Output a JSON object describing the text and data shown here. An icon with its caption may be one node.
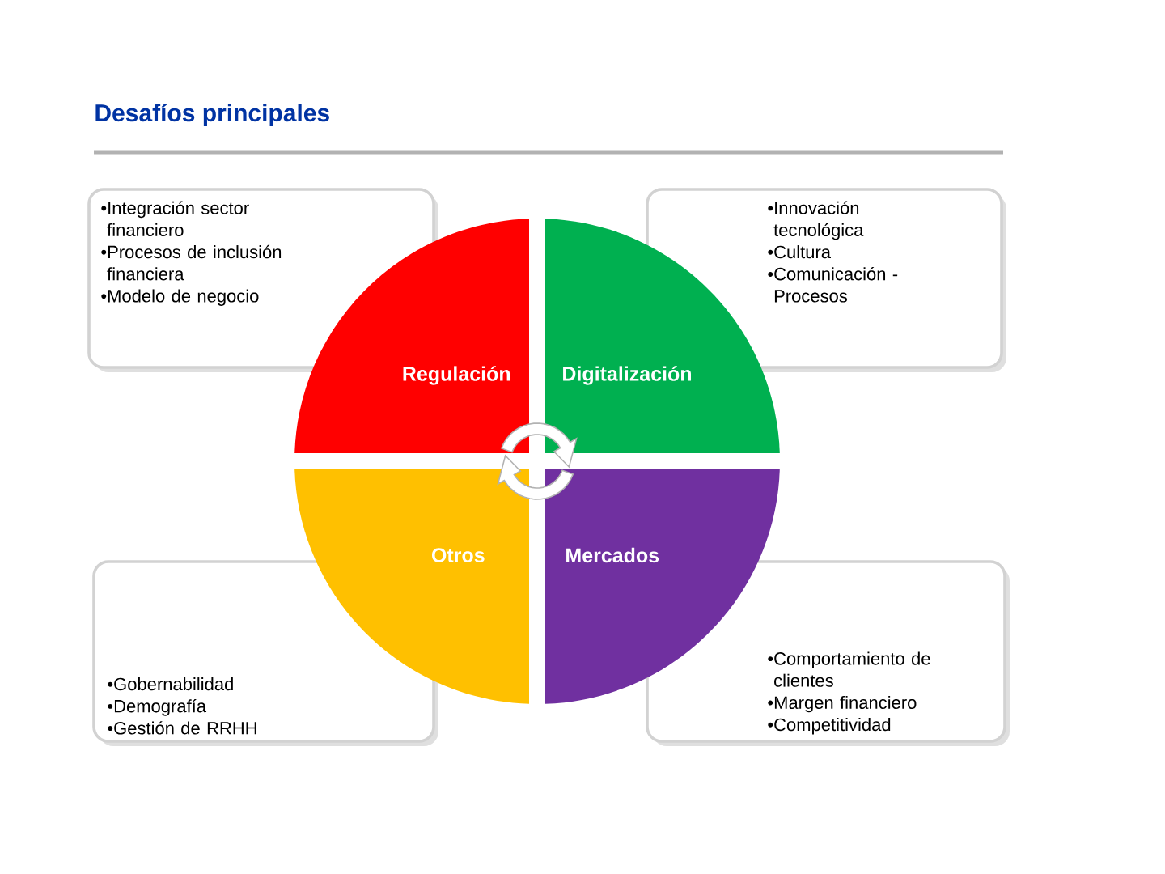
{
  "diagram": {
    "title": "Desafíos principales",
    "nodes": [
      {
        "text": [
          "•Integración sector financiero",
          "•Procesos de inclusión financiera",
          "•Modelo de negocio"
        ]
      },
      {
        "text": [
          "•Innovación tecnológica",
          "•Cultura",
          "•Comunicación - Procesos"
        ]
      },
      {
        "text": [
          "Regulación"
        ]
      },
      {
        "text": [
          "Digitalización"
        ]
      },
      {
        "text": [
          "Otros"
        ]
      },
      {
        "text": [
          "Mercados"
        ]
      },
      {
        "text": [
          "•Gobernabilidad",
          "•Demografía",
          "•Gestión de RRHH"
        ]
      },
      {
        "text": [
          "•Comportamiento de clientes",
          "•Margen financiero",
          "•Competitividad"
        ]
      }
    ]
  }
}
